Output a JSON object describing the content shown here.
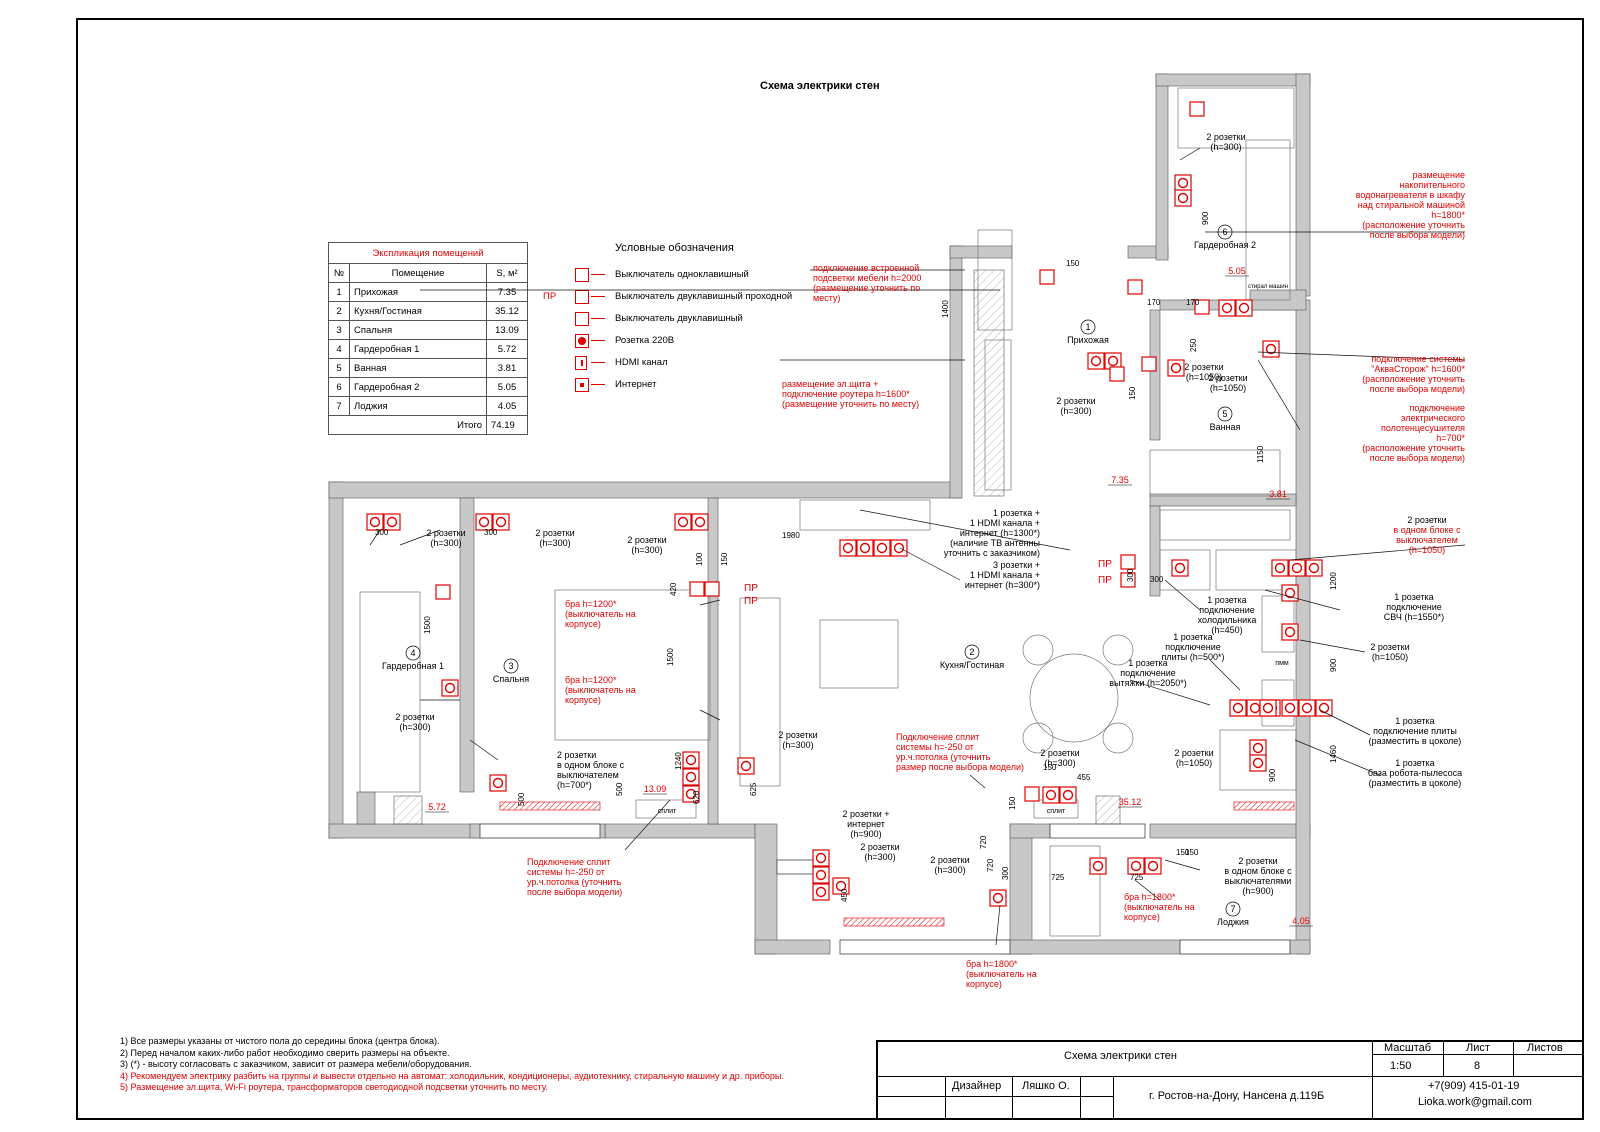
{
  "drawing_title": "Схема электрики стен",
  "explication": {
    "caption": "Экспликация помещений",
    "headers": {
      "num": "№",
      "room": "Помещение",
      "area": "S, м²"
    },
    "rows": [
      {
        "num": "1",
        "room": "Прихожая",
        "area": "7.35"
      },
      {
        "num": "2",
        "room": "Кухня/Гостиная",
        "area": "35.12"
      },
      {
        "num": "3",
        "room": "Спальня",
        "area": "13.09"
      },
      {
        "num": "4",
        "room": "Гардеробная 1",
        "area": "5.72"
      },
      {
        "num": "5",
        "room": "Ванная",
        "area": "3.81"
      },
      {
        "num": "6",
        "room": "Гардеробная 2",
        "area": "5.05"
      },
      {
        "num": "7",
        "room": "Лоджия",
        "area": "4.05"
      }
    ],
    "total_label": "Итого",
    "total_value": "74.19"
  },
  "legend": {
    "title": "Условные обозначения",
    "items": [
      {
        "prefix": "",
        "text": "Выключатель одноклавишный"
      },
      {
        "prefix": "ПР",
        "text": "Выключатель двуклавишный проходной"
      },
      {
        "prefix": "",
        "text": "Выключатель двуклавишный"
      },
      {
        "prefix": "",
        "text": "Розетка 220В"
      },
      {
        "prefix": "",
        "text": "HDMI канал"
      },
      {
        "prefix": "",
        "text": "Интернет"
      }
    ]
  },
  "rooms": {
    "r1": {
      "num": "1",
      "name": "Прихожая",
      "area": "7.35"
    },
    "r2": {
      "num": "2",
      "name": "Кухня/Гостиная",
      "area": "35.12"
    },
    "r3": {
      "num": "3",
      "name": "Спальня",
      "area": "13.09"
    },
    "r4": {
      "num": "4",
      "name": "Гардеробная 1",
      "area": "5.72"
    },
    "r5": {
      "num": "5",
      "name": "Ванная",
      "area": "3.81"
    },
    "r6": {
      "num": "6",
      "name": "Гардеробная 2",
      "area": "5.05"
    },
    "r7": {
      "num": "7",
      "name": "Лоджия",
      "area": "4.05"
    }
  },
  "annotations": {
    "boiler": [
      "размещение",
      "накопительного",
      "водонагревателя в шкафу",
      "над стиральной машиной",
      "h=1800*",
      "(расположение уточнить",
      "после выбора модели)"
    ],
    "furniture_light": [
      "подключение встроенной",
      "подсветки мебели h=2000",
      "(размещение уточнить по",
      "месту)"
    ],
    "panel": [
      "размещение эл.щита +",
      "подключение роутера h=1600*",
      "(размещение уточнить по месту)"
    ],
    "aquaguard": [
      "подключение системы",
      "\"АкваСторож\" h=1600*",
      "(расположение уточнить",
      "после выбора модели)"
    ],
    "towel": [
      "подключение",
      "электрического",
      "полотенцесушителя",
      "h=700*",
      "(расположение уточнить",
      "после выбора модели)"
    ],
    "sock_block_1050": [
      "2 розетки",
      "в одном блоке с",
      "выключателем",
      "(h=1050)"
    ],
    "fridge": [
      "1 розетка",
      "подключение",
      "холодильника",
      "(h=450)"
    ],
    "microwave": [
      "1 розетка",
      "подключение",
      "СВЧ (h=1550*)"
    ],
    "pmm": [
      "2 розетки",
      "(h=1050)"
    ],
    "stove_cap": [
      "1 розетка",
      "подключение",
      "плиты (h=500*)"
    ],
    "hood": [
      "1 розетка",
      "подключение",
      "вытяжки (h=2050*)"
    ],
    "stove_plinth": [
      "1 розетка",
      "подключение плиты",
      "(разместить в цоколе)"
    ],
    "robot": [
      "1 розетка",
      "база робота-пылесоса",
      "(разместить в цоколе)"
    ],
    "tv_top": [
      "1 розетка +",
      "1 HDMI канала +",
      "интернет (h=1300*)",
      "(наличие ТВ антенны",
      "уточнить с заказчиком)"
    ],
    "tv_bottom": [
      "3 розетки +",
      "1 HDMI канала +",
      "интернет (h=300*)"
    ],
    "split_living": [
      "Подключение сплит",
      "системы h=-250 от",
      "ур.ч.потолка (уточнить",
      "размер после выбора модели)"
    ],
    "split_bedroom": [
      "Подключение сплит",
      "системы h=-250 от",
      "ур.ч.потолка (уточнить",
      "после выбора модели)"
    ],
    "bra_bed_1": [
      "бра h=1200*",
      "(выключатель на",
      "корпусе)"
    ],
    "bra_bed_2": [
      "бра h=1200*",
      "(выключатель на",
      "корпусе)"
    ],
    "bra_1800_a": [
      "бра h=1800*",
      "(выключатель на",
      "корпусе)"
    ],
    "bra_1800_b": [
      "бра h=1800*",
      "(выключатель на",
      "корпусе)"
    ],
    "bed_block": [
      "2 розетки",
      "в одном блоке с",
      "выключателем",
      "(h=700*)"
    ],
    "loggia_block": [
      "2 розетки",
      "в одном блоке с",
      "выключателями",
      "(h=900)"
    ],
    "two_300": [
      "2 розетки",
      "(h=300)"
    ],
    "two_1050": [
      "2 розетки",
      "(h=1050)"
    ],
    "two_300_inet": [
      "2 розетки +",
      "интернет",
      "(h=900)"
    ],
    "two_300_only": [
      "2 розетки"
    ]
  },
  "dims": [
    "1400",
    "150",
    "170",
    "170",
    "900",
    "250",
    "150",
    "1150",
    "1980",
    "100",
    "150",
    "420",
    "1500",
    "1500",
    "1240",
    "500",
    "620",
    "625",
    "1200",
    "900",
    "1460",
    "900",
    "150",
    "455",
    "150",
    "725",
    "725",
    "150",
    "720",
    "720",
    "300",
    "150",
    "300",
    "300",
    "300",
    "450",
    "300",
    "500"
  ],
  "labels": {
    "split": "сплит",
    "pmm": "пмм",
    "washer": "стирал машин",
    "pr": "ПР"
  },
  "notes": [
    "1) Все размеры указаны от чистого пола до середины блока (центра блока).",
    "2) Перед началом каких-либо работ необходимо сверить размеры на объекте.",
    "3) (*) - высоту согласовать с заказчиком, зависит от размера мебели/оборудования."
  ],
  "notes_red": [
    "4) Рекомендуем электрику разбить на группы и вывести отдельно на автомат: холодильник, кондиционеры, аудиотехнику, стиральную машину и др. приборы.",
    "5) Размещение эл.щита, Wi-Fi роутера, трансформаторов светодиодной подсветки уточнить по месту."
  ],
  "title_block": {
    "name": "Схема электрики стен",
    "scale_label": "Масштаб",
    "scale_value": "1:50",
    "sheet_label": "Лист",
    "sheet_value": "8",
    "sheets_label": "Листов",
    "designer_label": "Дизайнер",
    "designer_name": "Ляшко О.",
    "address": "г. Ростов-на-Дону, Нансена д.119Б",
    "phone": "+7(909) 415-01-19",
    "email": "Lioka.work@gmail.com"
  },
  "colors": {
    "accent": "#e10000",
    "wall": "#c8c8c8",
    "line": "#000000"
  }
}
